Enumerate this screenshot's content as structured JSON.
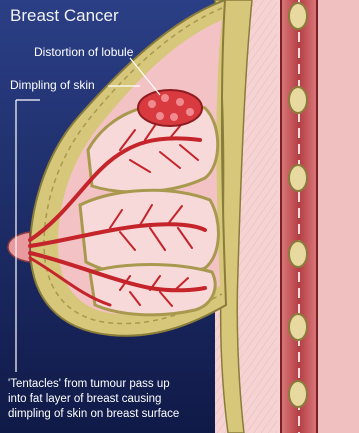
{
  "figure": {
    "title": "Breast Cancer",
    "labels": {
      "lobule": "Distortion of lobule",
      "dimpling": "Dimpling of skin"
    },
    "caption_lines": [
      "'Tentacles' from tumour pass up",
      "into fat layer of breast causing",
      "dimpling of skin on breast surface"
    ],
    "colors": {
      "background": "#1c2f6e",
      "fat": "#d6c77a",
      "tissue": "#f3c2c5",
      "duct": "#c4242a",
      "muscle": "#c9575a"
    }
  }
}
